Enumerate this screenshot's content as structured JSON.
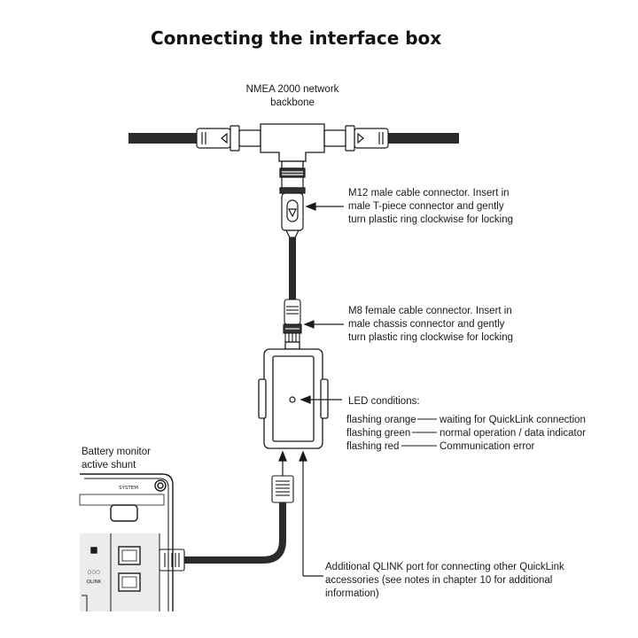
{
  "title": "Connecting the interface box",
  "backbone_label": [
    "NMEA 2000 network",
    "backbone"
  ],
  "m12_label": [
    "M12 male cable connector. Insert in",
    "male T-piece connector and gently",
    "turn plastic ring clockwise for locking"
  ],
  "m8_label": [
    "M8 female cable connector. Insert in",
    "male chassis connector and gently",
    "turn plastic ring clockwise for locking"
  ],
  "led_heading": "LED conditions:",
  "led_conditions": [
    {
      "state": "flashing orange",
      "meaning": "waiting for QuickLink connection"
    },
    {
      "state": "flashing green",
      "meaning": "normal operation / data indicator"
    },
    {
      "state": "flashing red",
      "meaning": "Communication error"
    }
  ],
  "battery_label": [
    "Battery monitor",
    "active shunt"
  ],
  "system_label": "SYSTEM",
  "qlink_label": "QLINK",
  "qlink_port_label": [
    "Additional QLINK port for connecting other QuickLink",
    "accessories (see notes in chapter 10 for additional",
    "information)"
  ],
  "colors": {
    "line": "#1a1a1a",
    "cable": "#2b2b2b",
    "fill": "#ffffff",
    "panel": "#ececec"
  }
}
